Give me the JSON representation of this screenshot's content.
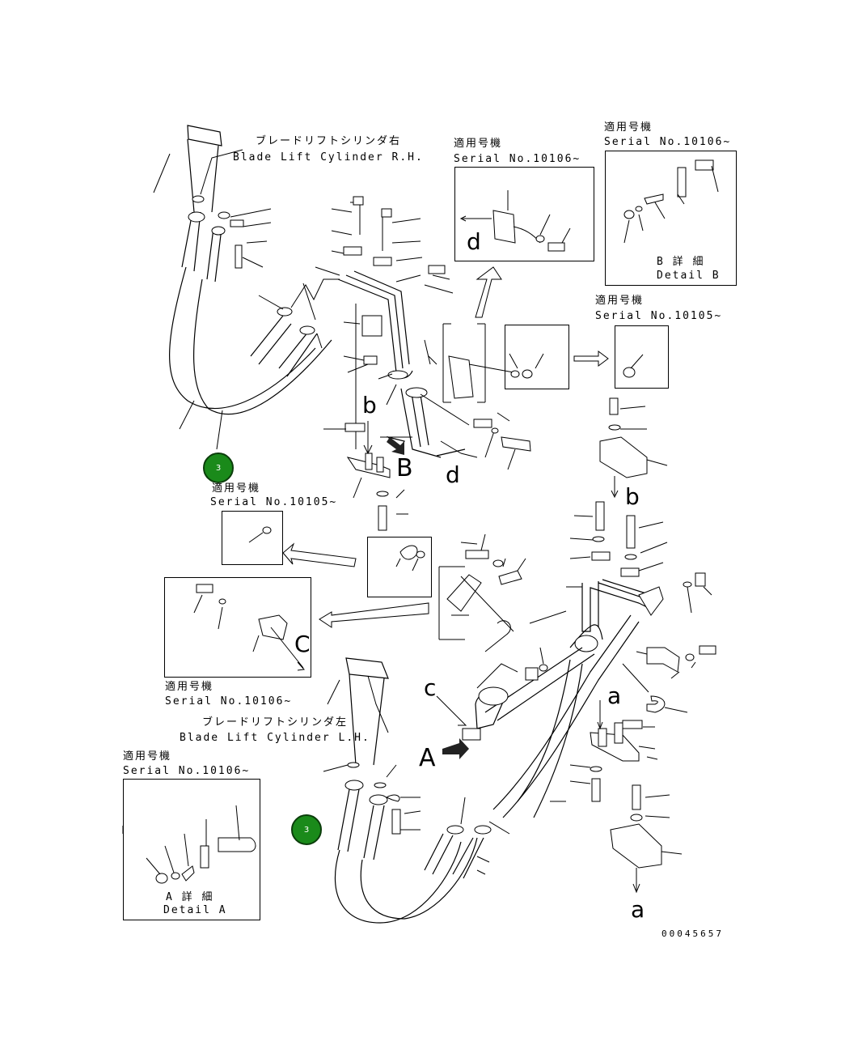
{
  "labels": {
    "cyl_rh_jp": "ブレードリフトシリンダ右",
    "cyl_rh_en": "Blade Lift Cylinder R.H.",
    "cyl_lh_jp": "ブレードリフトシリンダ左",
    "cyl_lh_en": "Blade Lift Cylinder L.H.",
    "applicable_jp": "適用号機",
    "serial_10106": "Serial No.10106~",
    "serial_10105": "Serial No.10105~",
    "detail_b_jp": "B 詳 細",
    "detail_b_en": "Detail B",
    "detail_a_jp": "A 詳 細",
    "detail_a_en": "Detail A",
    "drawing_no": "00045657"
  },
  "view_letters": {
    "A": "A",
    "B": "B",
    "C": "C",
    "a": "a",
    "b": "b",
    "c": "c",
    "d": "d"
  },
  "callouts": [
    "3",
    "3"
  ]
}
